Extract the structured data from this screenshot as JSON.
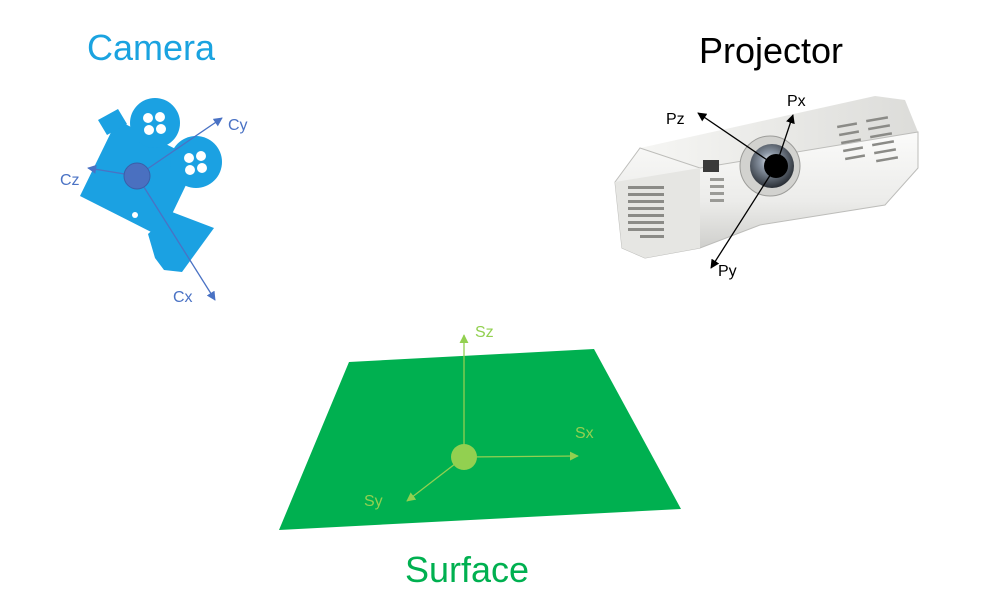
{
  "titles": {
    "camera": "Camera",
    "projector": "Projector",
    "surface": "Surface"
  },
  "camera_axes": {
    "x": "Cx",
    "y": "Cy",
    "z": "Cz"
  },
  "projector_axes": {
    "x": "Px",
    "y": "Py",
    "z": "Pz"
  },
  "surface_axes": {
    "x": "Sx",
    "y": "Sy",
    "z": "Sz"
  },
  "colors": {
    "camera_title": "#1aa3e0",
    "camera_body": "#1ba1e2",
    "camera_center": "#4a70c0",
    "camera_axis": "#4a72c4",
    "projector_title": "#000000",
    "projector_axis": "#000000",
    "surface_plane": "#00b050",
    "surface_title": "#00b050",
    "surface_axis": "#92d050"
  }
}
